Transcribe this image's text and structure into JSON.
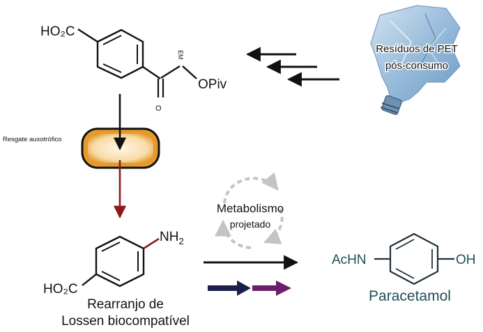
{
  "molecules": {
    "top": {
      "substituent_left": "HO₂C",
      "ester_group": "OPiv",
      "carbonyl_o": "O",
      "annotation": "EM"
    },
    "amine": {
      "substituent_top": "NH",
      "subscript": "2",
      "substituent_left": "HO₂C"
    },
    "product": {
      "left_group": "AcHN",
      "right_group": "OH",
      "name": "Paracetamol"
    }
  },
  "labels": {
    "pet_line1": "Resíduos de PET",
    "pet_line2": "pós-consumo",
    "rescue": "Resgate auxotrófico",
    "metabolism_line1": "Metabolismo",
    "metabolism_line2": "projetado",
    "lossen_line1": "Rearranjo de",
    "lossen_line2": "Lossen biocompatível"
  },
  "colors": {
    "ink": "#111111",
    "red_arrow": "#8b1a1a",
    "cell_outline": "#111111",
    "cell_fill": "#e8a23a",
    "cell_inner": "#fbe8c4",
    "product_teal": "#1f4e5a",
    "arrow_navy": "#1b1f4a",
    "arrow_purple": "#6a1f6a",
    "cycle_gray": "#b8b8b8",
    "bottle_blue": "#8fb6d8"
  }
}
